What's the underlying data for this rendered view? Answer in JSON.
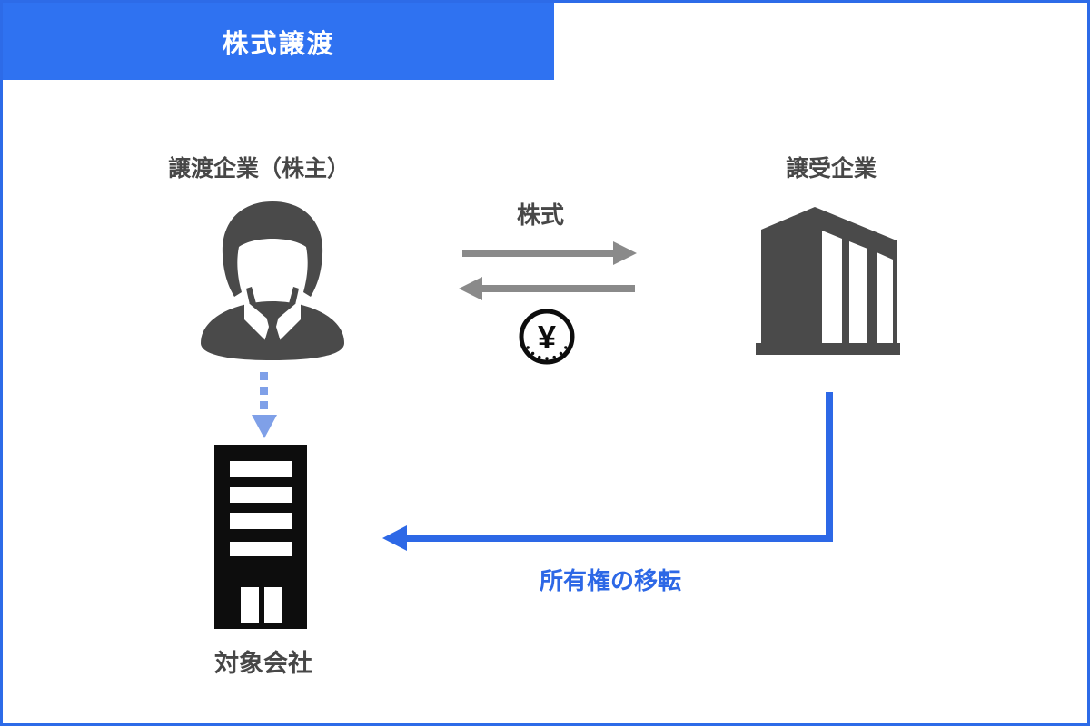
{
  "banner": {
    "title": "株式譲渡"
  },
  "nodes": {
    "transferor": {
      "label": "譲渡企業（株主）",
      "icon": "businessman-icon"
    },
    "transferee": {
      "label": "譲受企業",
      "icon": "office-building-icon"
    },
    "target": {
      "label": "対象会社",
      "icon": "target-company-building-icon"
    }
  },
  "flows": {
    "shares": {
      "label": "株式",
      "direction": "transferor-to-transferee"
    },
    "payment": {
      "symbol": "¥",
      "direction": "transferee-to-transferor"
    },
    "ownership": {
      "label": "所有権の移転",
      "direction": "transferee-to-target"
    },
    "holding": {
      "style": "dashed",
      "direction": "transferor-to-target"
    }
  },
  "colors": {
    "banner_blue": "#2F72F1",
    "border_blue": "#2D6BE8",
    "arrow_blue": "#2D68E6",
    "dashed_arrow_blue": "#7FA0E8",
    "icon_dark_gray": "#4A4A4A",
    "arrow_gray": "#8A8A8A",
    "black": "#0D0D0D"
  }
}
